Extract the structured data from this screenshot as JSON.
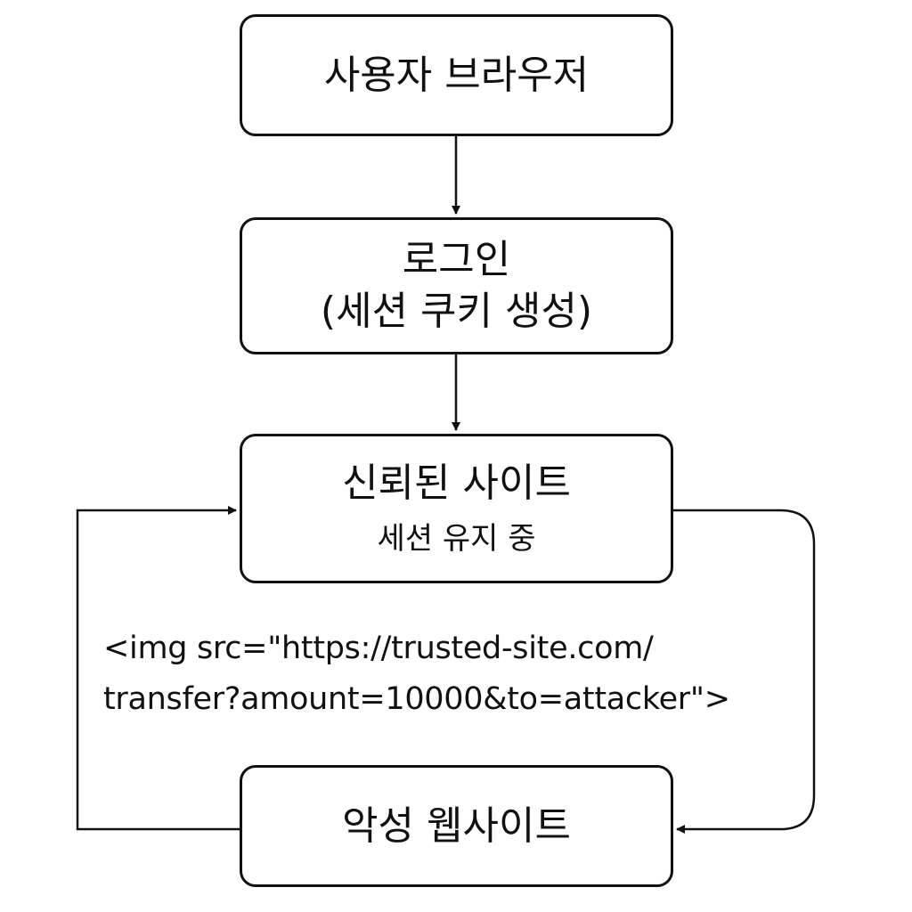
{
  "diagram": {
    "nodes": {
      "browser": {
        "title": "사용자 브라우저"
      },
      "login": {
        "title": "로그인",
        "subtitle": "(세션 쿠키 생성)"
      },
      "trusted_site": {
        "title": "신뢰된 사이트",
        "subtitle": "세션 유지 중"
      },
      "malicious_site": {
        "title": "악성 웹사이트"
      }
    },
    "code_snippet": {
      "line1": "<img src=\"https://trusted-site.com/",
      "line2": "transfer?amount=10000&to=attacker\">"
    },
    "edges": [
      {
        "from": "사용자 브라우저",
        "to": "로그인"
      },
      {
        "from": "로그인",
        "to": "신뢰된 사이트"
      },
      {
        "from": "신뢰된 사이트",
        "to": "악성 웹사이트"
      },
      {
        "from": "악성 웹사이트",
        "to": "신뢰된 사이트"
      }
    ],
    "colors": {
      "stroke": "#111111",
      "background": "#ffffff"
    }
  }
}
